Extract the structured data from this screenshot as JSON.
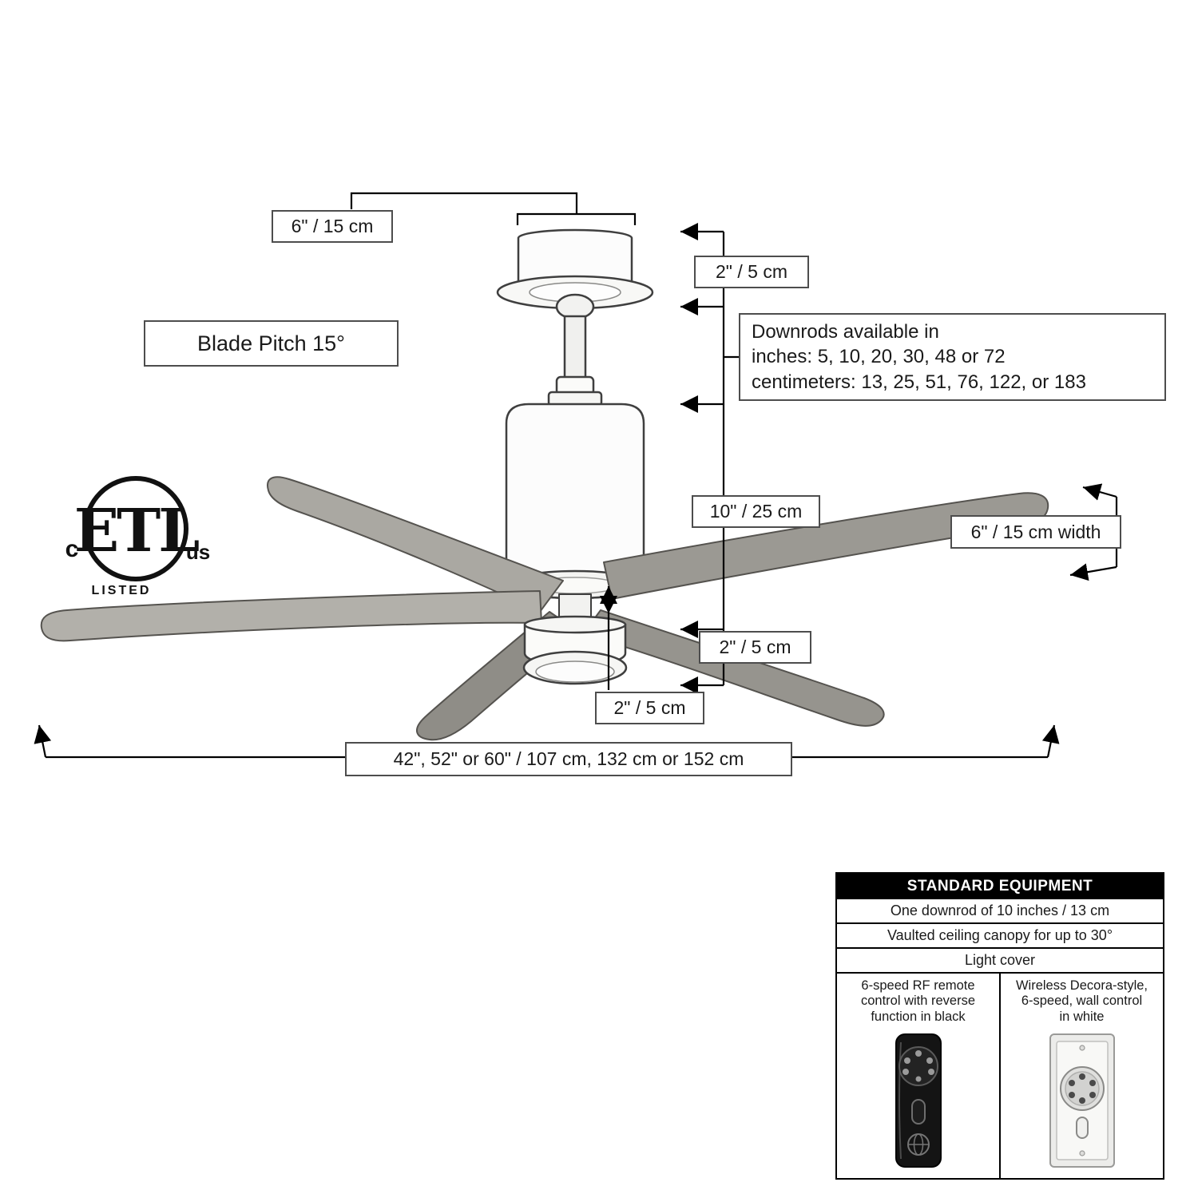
{
  "diagram": {
    "labels": {
      "canopy_width": "6\" / 15 cm",
      "canopy_height": "2\" / 5 cm",
      "blade_pitch": "Blade Pitch 15°",
      "motor_height": "10\" / 25 cm",
      "blade_width": "6\" / 15 cm width",
      "light_height": "2\" / 5 cm",
      "hub_gap": "2\" / 5 cm",
      "fan_diameter": "42\", 52\" or 60\" / 107 cm, 132  cm or 152 cm"
    },
    "downrods": {
      "line1": "Downrods available in",
      "line2": "inches: 5, 10, 20, 30, 48 or 72",
      "line3": "centimeters: 13, 25, 51, 76, 122, or 183"
    },
    "etl_mark": {
      "region_left": "c",
      "region_right": "us",
      "name": "ETL",
      "listed": "LISTED"
    }
  },
  "equipment": {
    "title": "STANDARD EQUIPMENT",
    "rows": [
      "One downrod of 10 inches / 13 cm",
      "Vaulted ceiling canopy for up to 30°",
      "Light cover"
    ],
    "remote_caption": "6-speed RF remote\ncontrol with reverse\nfunction in black",
    "wall_caption": "Wireless Decora-style,\n6-speed, wall control\nin white"
  },
  "colors": {
    "outline": "#3f3f3f",
    "blade": "#9b9993",
    "dim_line": "#000000"
  }
}
